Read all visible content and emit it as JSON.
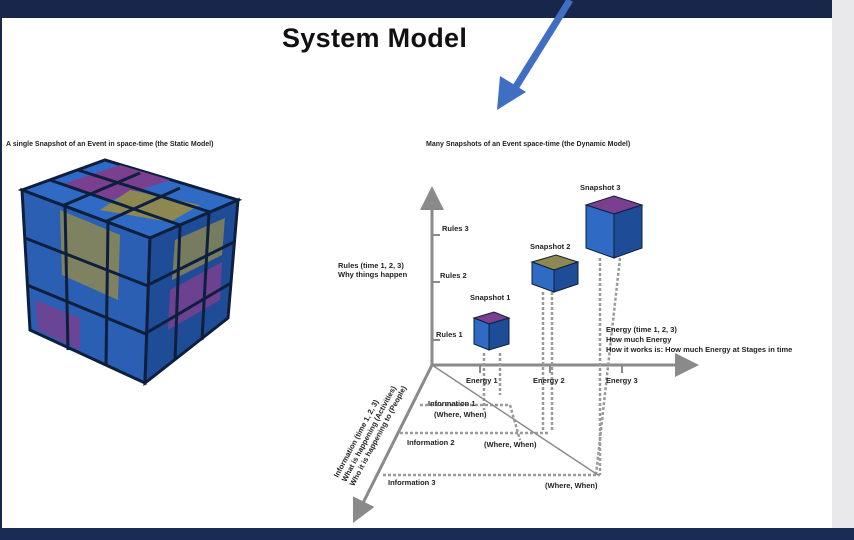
{
  "slide": {
    "title": "System Model",
    "static_caption": "A single Snapshot of an Event in space-time (the Static Model)",
    "dynamic_caption": "Many Snapshots of an Event space-time (the Dynamic Model)"
  },
  "diagram": {
    "snapshots": [
      "Snapshot 1",
      "Snapshot 2",
      "Snapshot 3"
    ],
    "rules": [
      "Rules 1",
      "Rules 2",
      "Rules 3"
    ],
    "rules_axis_label": [
      "Rules (time 1, 2, 3)",
      "Why things happen"
    ],
    "energy": [
      "Energy 1",
      "Energy 2",
      "Energy 3"
    ],
    "energy_axis_label": [
      "Energy  (time 1, 2, 3)",
      "How much Energy",
      "How it works is: How much Energy at Stages in time"
    ],
    "information": [
      "Information 1",
      "Information 2",
      "Information 3"
    ],
    "where_when": [
      "(Where, When)",
      "(Where, When)",
      "(Where, When)"
    ],
    "information_axis_label": [
      "Information (time 1, 2, 3)",
      "What is happening (Activities)",
      "Who it is happening to (People)"
    ]
  },
  "colors": {
    "arrow": "#3f6fc2",
    "axis": "#8a8a8a",
    "dashed": "#9a9a9a",
    "cube_blue": "#2f6bc4",
    "cube_dark": "#173c7a",
    "cube_purple": "#7a3f8f",
    "cube_olive": "#8d8852"
  }
}
